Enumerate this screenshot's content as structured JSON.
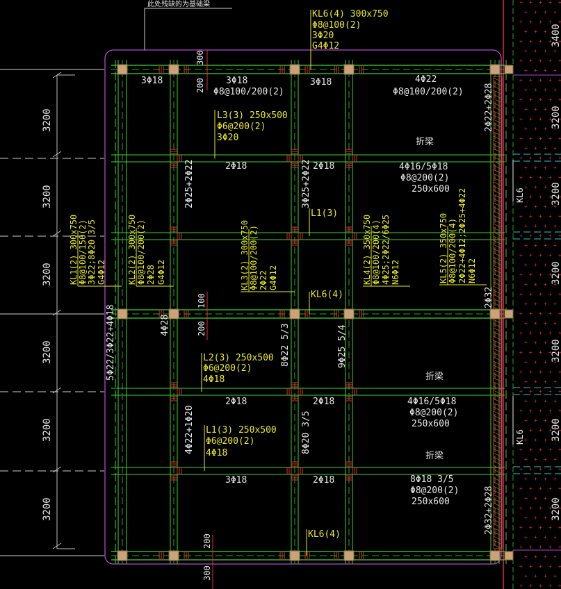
{
  "colors": {
    "background": "#000000",
    "white_text": "#e8e8e8",
    "yellow_text": "#e8e82a",
    "beam_green": "#39d62c",
    "dash_green": "#2f9e28",
    "magenta": "#b04bd0",
    "red": "#e03030",
    "cyan": "#2fc8c8",
    "column_fill": "#c8a478",
    "dim_line": "#c0c0c0"
  },
  "top_note": "此处残缺的为基础梁",
  "spans": [
    {
      "label": "3200"
    },
    {
      "label": "3200"
    },
    {
      "label": "3200"
    },
    {
      "label": "3200"
    },
    {
      "label": "3200"
    },
    {
      "label": "3200"
    }
  ],
  "right_dims": [
    "3400",
    "3200",
    "3200",
    "3200",
    "3200",
    "3200",
    "3200"
  ],
  "small_dims": {
    "top_300": "300",
    "top_200": "200",
    "mid_100": "100",
    "mid_200": "200",
    "bot_200": "200",
    "bot_300": "300"
  },
  "beam_callouts": {
    "kl6_top": [
      "KL6(4) 300x750",
      "Φ8@100(2)",
      "3Φ20",
      "G4Φ12"
    ],
    "l3": [
      "L3(3) 250x500",
      "Φ6@200(2)",
      "3Φ20"
    ],
    "l2": [
      "L2(3) 250x500",
      "Φ6@200(2)",
      "4Φ18"
    ],
    "l1": [
      "L1(3) 250x500",
      "Φ6@200(2)",
      "4Φ18"
    ],
    "l1_short": "L1(3)",
    "kl6_mid": "KL6(4)",
    "kl6_bot": "KL6(4)",
    "kl1": [
      "KL1(2) 300x750",
      "Φ8@100/150(2)",
      "3Φ22;8Φ20 3/5",
      "G4Φ12"
    ],
    "kl2": [
      "KL2(2) 300x750",
      "Φ8@100/200(2)",
      "2Φ28",
      "G4Φ12"
    ],
    "kl3": [
      "KL3(2) 300x750",
      "Φ8@100/200(2)",
      "2Φ22",
      "G4Φ12"
    ],
    "kl4": [
      "KL4(2) 350x750",
      "Φ8@100/200(4)",
      "4Φ25;2Φ22/6Φ25",
      "N6Φ12"
    ],
    "kl5": [
      "KL5(2) 350x750",
      "Φ8@100/200(4)",
      "2Φ22+4Φ12;2Φ25+4Φ22",
      "N6Φ12"
    ]
  },
  "rebar_labels": {
    "r1": "3Φ18",
    "r2": "3Φ18",
    "r3": "3Φ18",
    "r4": "4Φ22",
    "r5": "Φ8@100/200(2)",
    "r6": "Φ8@100/200(2)",
    "r7": "2Φ18",
    "r8": "2Φ18",
    "r9": "4Φ16/5Φ18",
    "r10": "Φ8@200(2)",
    "r11": "250x600",
    "r12": "2Φ25+2Φ22",
    "r13": "3Φ25+2Φ22",
    "r14": "2Φ22+2Φ28",
    "r15": "2Φ32",
    "r16": "5Φ22/3Φ22+4Φ18",
    "r17": "4Φ28",
    "r18": "8Φ22 5/3",
    "r19": "9Φ25 5/4",
    "r20": "2Φ18",
    "r21": "2Φ18",
    "r22": "4Φ16/5Φ18",
    "r23": "Φ8@200(2)",
    "r24": "250x600",
    "r25": "4Φ22+1Φ20",
    "r26": "8Φ20 3/5",
    "r27": "3Φ18",
    "r28": "2Φ18",
    "r29": "8Φ18 3/5",
    "r30": "Φ8@200(2)",
    "r31": "250x600",
    "r32": "2Φ32+2Φ28"
  },
  "cut_labels": [
    "折梁",
    "折梁",
    "折梁"
  ],
  "kl6_side": [
    "KL6",
    "KL6"
  ]
}
